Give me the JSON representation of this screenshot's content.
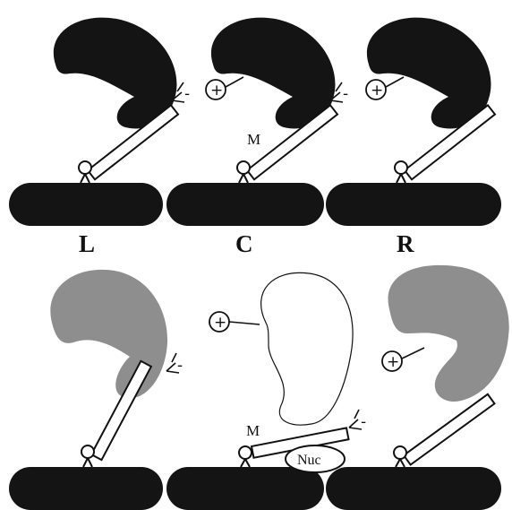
{
  "panel_labels": {
    "left": "L",
    "center": "C",
    "right": "R"
  },
  "marker_top": "M",
  "marker_bottom": "M",
  "nucleotide_label": "Nuc",
  "plus_symbol": "+",
  "minus_symbol": "-",
  "colors": {
    "filament": "#141414",
    "head_dark": "#141414",
    "head_grey": "#8e8e8e",
    "outline": "#111111",
    "background": "#ffffff"
  }
}
